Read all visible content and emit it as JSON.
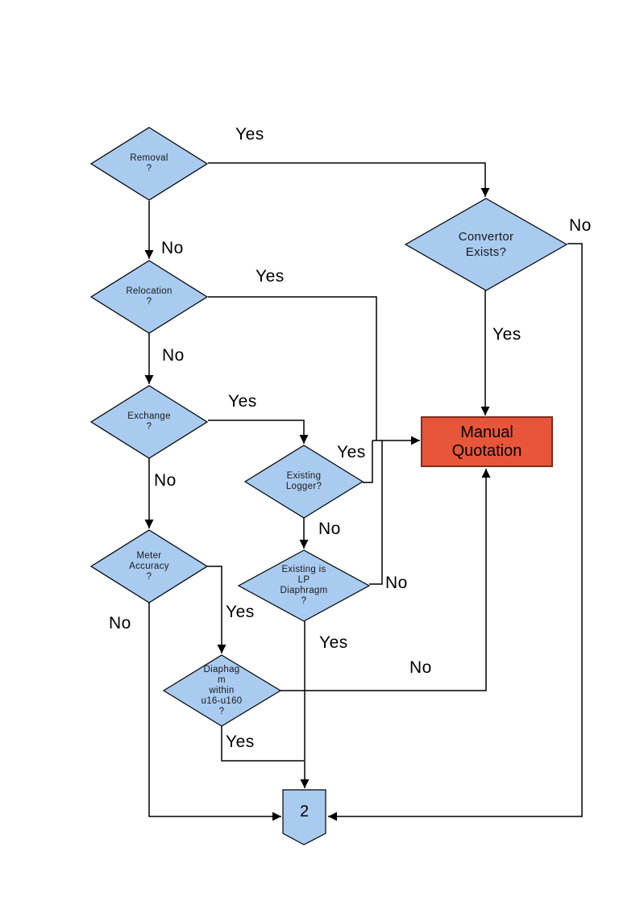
{
  "colors": {
    "background": "#ffffff",
    "node_fill": "#a9cbf0",
    "node_stroke": "#000000",
    "line": "#000000",
    "manual_quotation_fill": "#e8563a",
    "manual_quotation_stroke": "#7c2d1c",
    "text": "#000000"
  },
  "nodes": {
    "removal": {
      "label": "Removal\n?"
    },
    "convertor_exists": {
      "label": "Convertor\nExists?"
    },
    "relocation": {
      "label": "Relocation\n?"
    },
    "exchange": {
      "label": "Exchange\n?"
    },
    "existing_logger": {
      "label": "Existing\nLogger?"
    },
    "meter_accuracy": {
      "label": "Meter\nAccuracy\n?"
    },
    "existing_lp_diaphragm": {
      "label": "Existing is\nLP\nDiaphragm\n?"
    },
    "diaphagm_within_range": {
      "label": "Diaphag\nm\nwithin\nu16-u160\n?"
    },
    "manual_quotation": {
      "label": "Manual\nQuotation"
    },
    "connector_2": {
      "label": "2"
    }
  },
  "edge_labels": {
    "removal_yes": "Yes",
    "removal_no": "No",
    "convertor_no": "No",
    "convertor_yes": "Yes",
    "relocation_yes": "Yes",
    "relocation_no": "No",
    "exchange_yes": "Yes",
    "exchange_no": "No",
    "logger_yes": "Yes",
    "logger_no": "No",
    "lp_no": "No",
    "lp_yes": "Yes",
    "meter_yes": "Yes",
    "meter_no": "No",
    "diaphagm_no": "No",
    "diaphagm_yes": "Yes"
  }
}
